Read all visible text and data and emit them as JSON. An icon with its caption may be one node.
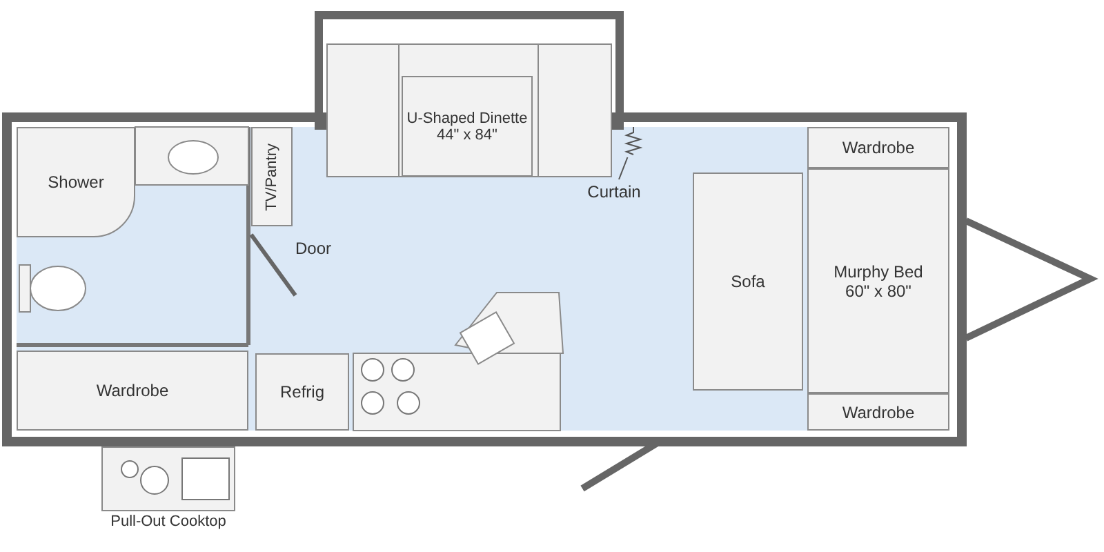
{
  "diagram": {
    "nodes": [
      {
        "text": [
          "Shower"
        ]
      },
      {
        "text": [
          "TV/Pantry"
        ]
      },
      {
        "text": [
          "U-Shaped Dinette 44\" x 84\""
        ]
      },
      {
        "text": [
          "Curtain"
        ]
      },
      {
        "text": [],
        "shape": "picture"
      },
      {
        "text": [
          "Wardrobe"
        ]
      },
      {
        "text": [
          "Sofa"
        ]
      },
      {
        "text": [
          "Murphy Bed 60\" x 80\""
        ]
      },
      {
        "text": [
          "Wardrobe"
        ]
      },
      {
        "text": [
          "Wardrobe"
        ]
      },
      {
        "text": [
          "Refrig"
        ]
      },
      {
        "text": [
          "Pull-Out Cooktop"
        ]
      }
    ],
    "edges": [
      {
        "from": 3,
        "to": 4,
        "arrow": "none"
      }
    ],
    "labels": [
      "Door"
    ]
  }
}
